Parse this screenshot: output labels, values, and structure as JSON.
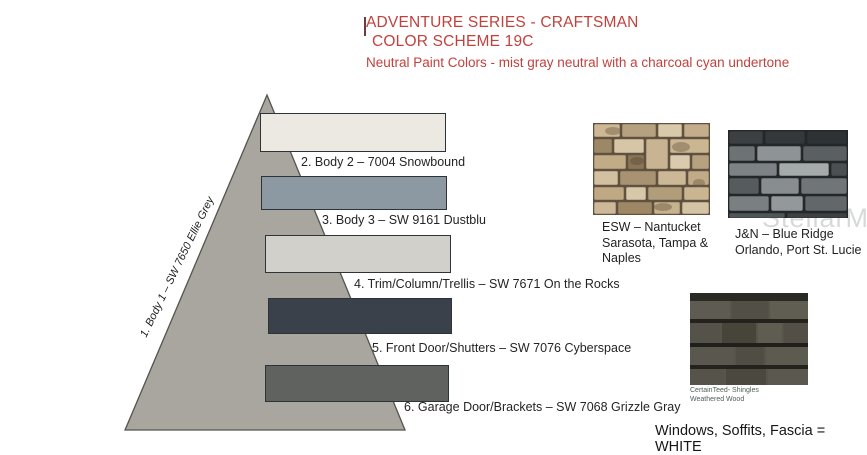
{
  "header": {
    "line1": "ADVENTURE SERIES - CRAFTSMAN",
    "line2": "COLOR SCHEME 19C",
    "line3": "Neutral Paint Colors - mist gray neutral with a charcoal cyan undertone",
    "text_color": "#c2413d"
  },
  "pyramid": {
    "fill": "#a8a69e",
    "body1_label": "1. Body 1 – SW 7650 Ellie Grey",
    "swatches": [
      {
        "label": "2. Body 2 – 7004 Snowbound",
        "color": "#ece9e3"
      },
      {
        "label": "3. Body 3 – SW 9161 Dustblu",
        "color": "#8d99a2"
      },
      {
        "label": "4. Trim/Column/Trellis – SW 7671 On the Rocks",
        "color": "#d1d0ca"
      },
      {
        "label": "5. Front Door/Shutters – SW 7076 Cyberspace",
        "color": "#3a414b"
      },
      {
        "label": "6. Garage Door/Brackets – SW 7068 Grizzle Gray",
        "color": "#5f625f"
      }
    ]
  },
  "stones": [
    {
      "caption_lines": [
        "ESW – Nantucket",
        "Sarasota, Tampa &",
        "Naples"
      ]
    },
    {
      "caption_lines": [
        "J&N – Blue Ridge",
        "Orlando, Port St. Lucie"
      ]
    }
  ],
  "shingles": {
    "caption_line1": "CertainTeed- Shingles",
    "caption_line2": "Weathered Wood"
  },
  "footer": {
    "note": "Windows, Soffits, Fascia = WHITE"
  },
  "watermark": "StellarMLS"
}
